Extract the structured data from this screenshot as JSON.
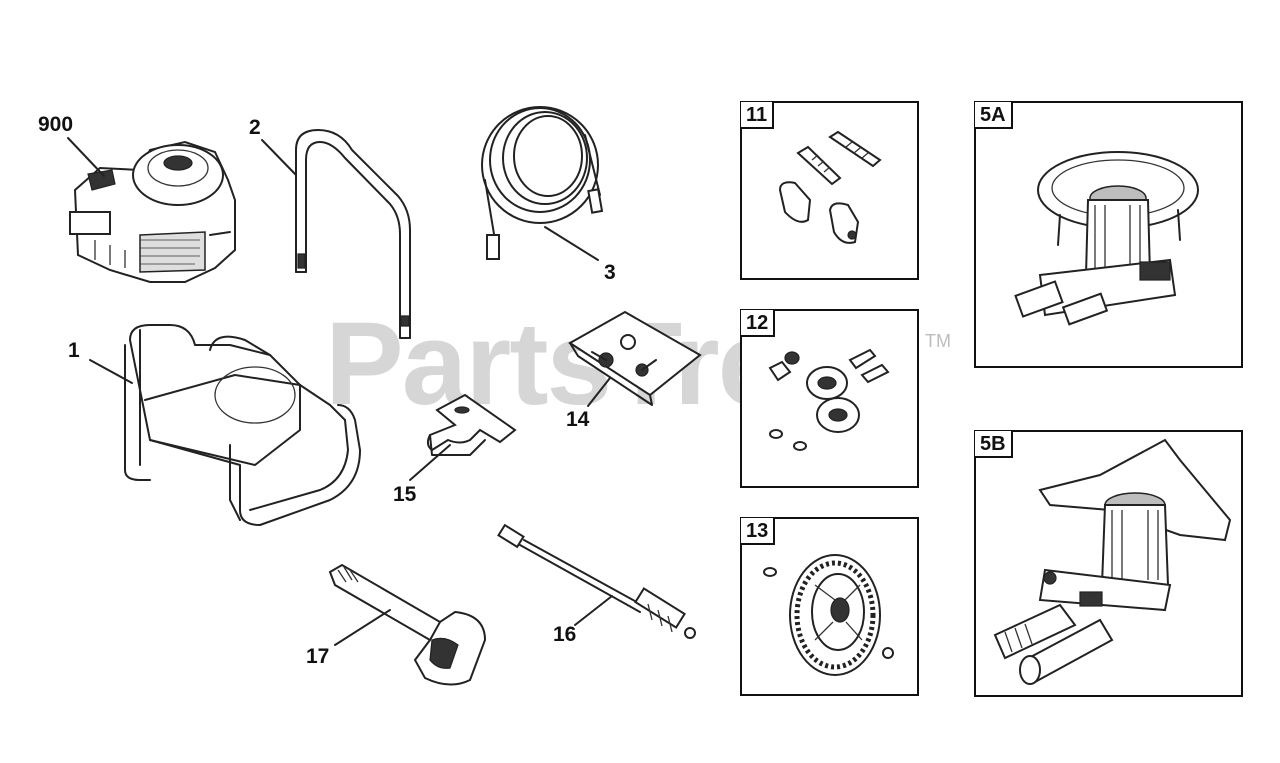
{
  "diagram": {
    "watermark": {
      "text": "PartsTree",
      "trademark": "TM"
    },
    "callouts": {
      "engine": "900",
      "handle": "2",
      "hose": "3",
      "frame": "1",
      "hardware_bag": "14",
      "bracket": "15",
      "lance": "16",
      "spray_gun": "17"
    },
    "boxes": {
      "hardware_kit": "11",
      "wheel_hardware": "12",
      "wheel": "13",
      "pump_a": "5A",
      "pump_b": "5B"
    }
  }
}
